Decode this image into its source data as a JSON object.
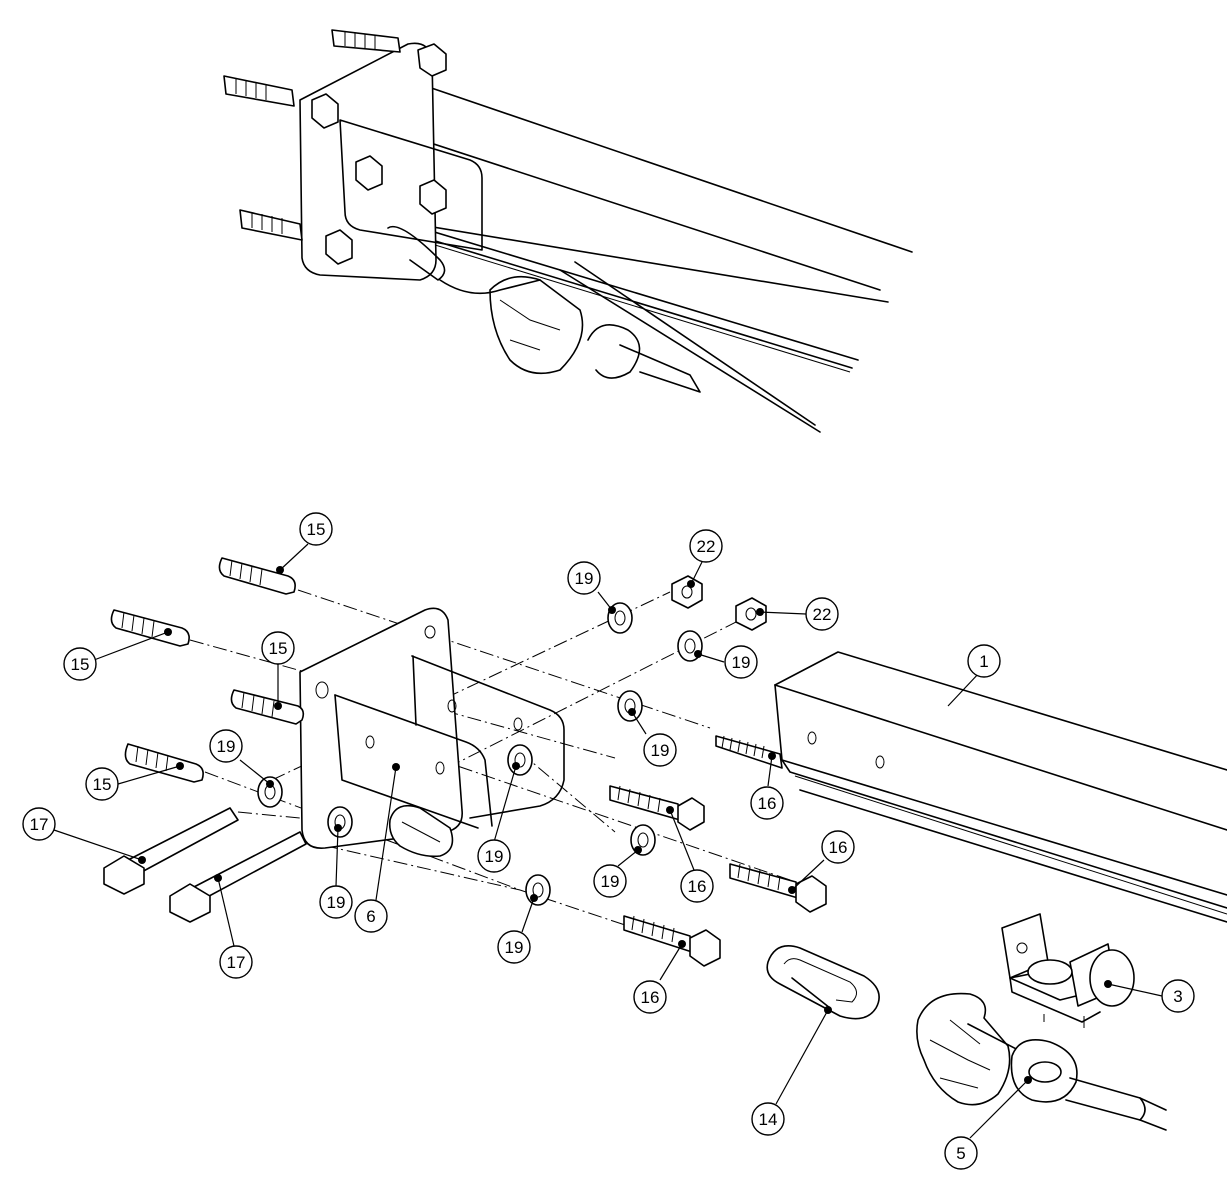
{
  "labels": [
    {
      "id": "label-15-a",
      "text": "15"
    },
    {
      "id": "label-15-b",
      "text": "15"
    },
    {
      "id": "label-15-c",
      "text": "15"
    },
    {
      "id": "label-15-d",
      "text": "15"
    },
    {
      "id": "label-22-a",
      "text": "22"
    },
    {
      "id": "label-22-b",
      "text": "22"
    },
    {
      "id": "label-19-a",
      "text": "19"
    },
    {
      "id": "label-19-b",
      "text": "19"
    },
    {
      "id": "label-19-c",
      "text": "19"
    },
    {
      "id": "label-19-d",
      "text": "19"
    },
    {
      "id": "label-19-e",
      "text": "19"
    },
    {
      "id": "label-19-f",
      "text": "19"
    },
    {
      "id": "label-19-g",
      "text": "19"
    },
    {
      "id": "label-19-h",
      "text": "19"
    },
    {
      "id": "label-1",
      "text": "1"
    },
    {
      "id": "label-16-a",
      "text": "16"
    },
    {
      "id": "label-16-b",
      "text": "16"
    },
    {
      "id": "label-16-c",
      "text": "16"
    },
    {
      "id": "label-16-d",
      "text": "16"
    },
    {
      "id": "label-17-a",
      "text": "17"
    },
    {
      "id": "label-17-b",
      "text": "17"
    },
    {
      "id": "label-6",
      "text": "6"
    },
    {
      "id": "label-3",
      "text": "3"
    },
    {
      "id": "label-14",
      "text": "14"
    },
    {
      "id": "label-5",
      "text": "5"
    }
  ]
}
